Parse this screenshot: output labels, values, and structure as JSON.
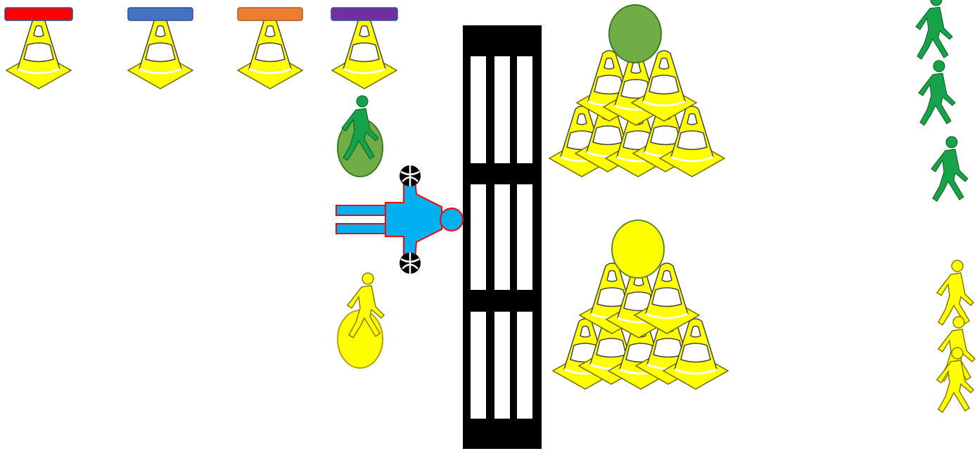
{
  "colors": {
    "cone_fill": "#ffff00",
    "cone_stroke": "#7a7a00",
    "green_team": "#17a34a",
    "green_ball": "#70ad47",
    "yellow_team": "#ffff00",
    "player_blue": "#00b0f0",
    "player_outline": "#ff0000",
    "net": "#000000"
  },
  "top_cones": [
    {
      "cap_color": "#ff0000",
      "icon": "traffic-cone-icon"
    },
    {
      "cap_color": "#4472c4",
      "icon": "traffic-cone-icon"
    },
    {
      "cap_color": "#ed7d31",
      "icon": "traffic-cone-icon"
    },
    {
      "cap_color": "#7030a0",
      "icon": "traffic-cone-icon"
    }
  ],
  "net": {
    "icon": "volleyball-net-icon",
    "panels": 3,
    "slats_per_panel": 3
  },
  "setter": {
    "icon": "player-top-view-icon",
    "balls": 2
  },
  "pyramids": [
    {
      "team": "green",
      "ball_color": "#70ad47",
      "icon": "cone-pyramid-icon"
    },
    {
      "team": "yellow",
      "ball_color": "#ffff00",
      "icon": "cone-pyramid-icon"
    }
  ],
  "queues": [
    {
      "team": "green",
      "walkers": 3,
      "icon": "walking-person-icon"
    },
    {
      "team": "yellow",
      "walkers": 3,
      "icon": "walking-person-icon"
    }
  ]
}
